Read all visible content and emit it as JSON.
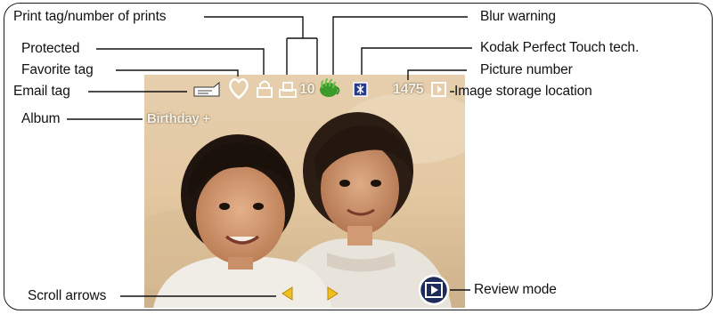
{
  "labels": {
    "print_tag": "Print tag/number of prints",
    "protected": "Protected",
    "favorite_tag": "Favorite tag",
    "email_tag": "Email tag",
    "album": "Album",
    "scroll_arrows": "Scroll arrows",
    "blur_warning": "Blur warning",
    "kodak_perfect_touch": "Kodak Perfect Touch tech.",
    "picture_number": "Picture number",
    "image_storage_location": "Image storage location",
    "review_mode": "Review mode"
  },
  "screen": {
    "album_name": "Birthday +",
    "print_count": "10",
    "picture_number": "1475"
  },
  "icons": {
    "email": "email-icon",
    "favorite": "heart-icon",
    "protected": "lock-icon",
    "print": "print-icon",
    "blur": "blur-warning-icon",
    "kodak_perfect_touch": "kodak-perfect-touch-icon",
    "storage": "memory-card-icon",
    "scroll_left": "left-arrow-icon",
    "scroll_right": "right-arrow-icon",
    "review": "review-mode-icon"
  },
  "colors": {
    "overlay_icon": "#ffffff",
    "scroll_arrow": "#f0c020",
    "blur_green": "#3a9a2a",
    "callout_line": "#111111"
  }
}
